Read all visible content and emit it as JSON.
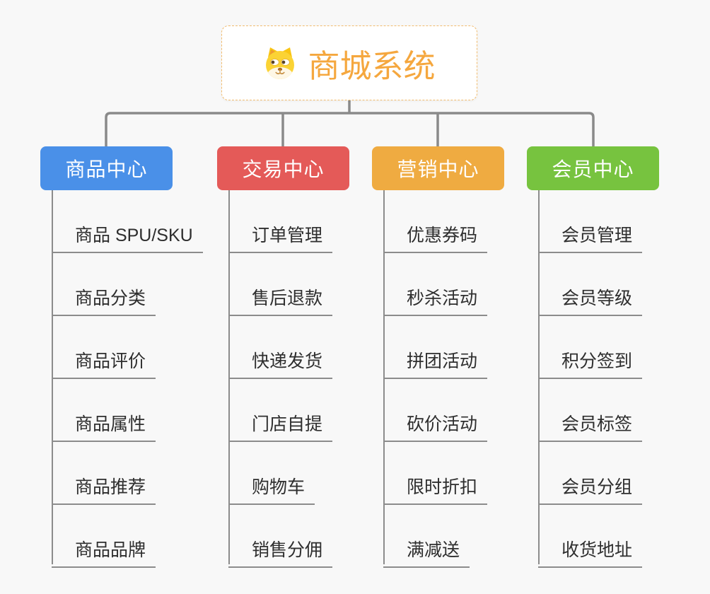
{
  "canvas": {
    "background": "#f8f8f8"
  },
  "root": {
    "title": "商城系统",
    "icon": "dog-face-icon",
    "title_color": "#f5a73e",
    "border_color": "#f2bd70",
    "background": "#ffffff"
  },
  "connectors": {
    "line_color": "#8a8a8a",
    "underline_color": "#8c8c8c"
  },
  "branches": [
    {
      "label": "商品中心",
      "color": "#4a90e8",
      "items": [
        "商品 SPU/SKU",
        "商品分类",
        "商品评价",
        "商品属性",
        "商品推荐",
        "商品品牌"
      ]
    },
    {
      "label": "交易中心",
      "color": "#e45a58",
      "items": [
        "订单管理",
        "售后退款",
        "快递发货",
        "门店自提",
        "购物车",
        "销售分佣"
      ]
    },
    {
      "label": "营销中心",
      "color": "#efab41",
      "items": [
        "优惠券码",
        "秒杀活动",
        "拼团活动",
        "砍价活动",
        "限时折扣",
        "满减送"
      ]
    },
    {
      "label": "会员中心",
      "color": "#77c33f",
      "items": [
        "会员管理",
        "会员等级",
        "积分签到",
        "会员标签",
        "会员分组",
        "收货地址"
      ]
    }
  ]
}
